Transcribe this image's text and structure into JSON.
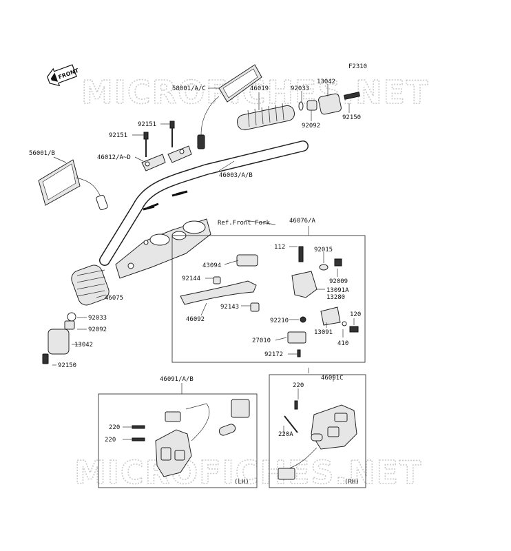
{
  "figure_code": "F2310",
  "watermark": "MICROFICHES.NET",
  "front_badge": "FRONT",
  "ref_note": "Ref.Front Fork",
  "box_tags": {
    "lh": "(LH)",
    "rh": "(RH)"
  },
  "labels": {
    "p58001": "58001/A/C",
    "p46019": "46019",
    "p92033a": "92033",
    "p13042a": "13042",
    "p92092a": "92092",
    "p92150a": "92150",
    "p92151a": "92151",
    "p92151b": "92151",
    "p56001": "56001/B",
    "p46012": "46012/A~D",
    "p46003": "46003/A/B",
    "p46076": "46076/A",
    "p112": "112",
    "p92015": "92015",
    "p43094": "43094",
    "p92009": "92009",
    "p92144": "92144",
    "p13091a": "13091A",
    "p13280": "13280",
    "p46075": "46075",
    "p92143": "92143",
    "p46092": "46092",
    "p92210": "92210",
    "p120": "120",
    "p13091": "13091",
    "p92033b": "92033",
    "p92092b": "92092",
    "p27010": "27010",
    "p410": "410",
    "p13042b": "13042",
    "p92172": "92172",
    "p92150b": "92150",
    "p46091ab": "46091/A/B",
    "p46091c": "46091C",
    "p220a": "220",
    "p220b": "220",
    "p220c": "220",
    "p220A": "220A"
  }
}
